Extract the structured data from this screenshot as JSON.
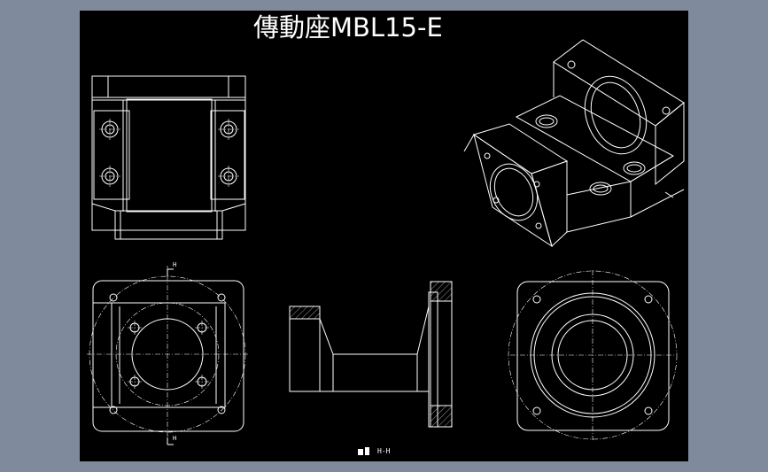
{
  "drawing": {
    "title": "傳動座MBL15-E",
    "section_label": "H-H",
    "section_mark_top": "H",
    "section_mark_bottom": "H"
  },
  "colors": {
    "background": "#7f8a9c",
    "canvas": "#000000",
    "lines": "#ffffff"
  }
}
